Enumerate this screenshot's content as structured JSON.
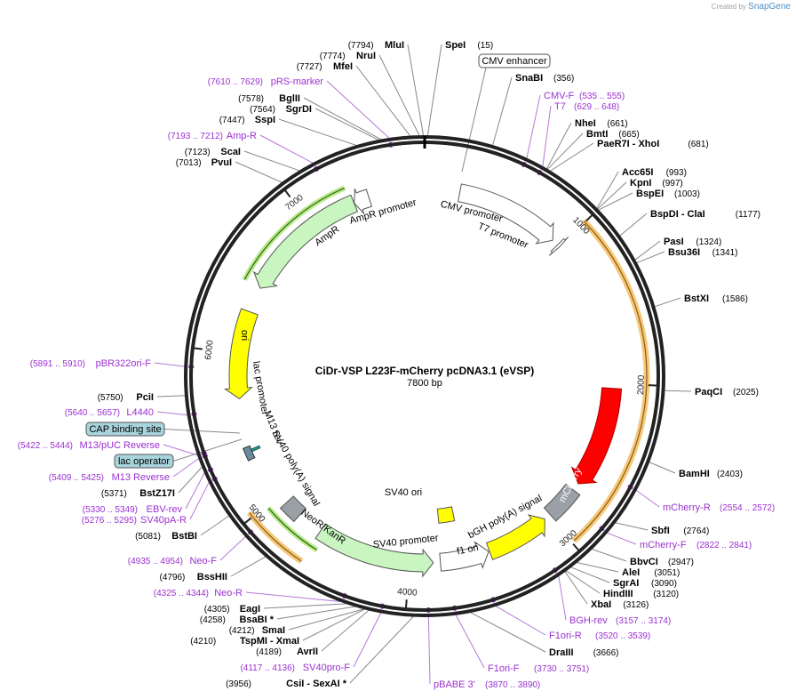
{
  "app": {
    "credit": "Created by",
    "brand": "SnapGene"
  },
  "plasmid": {
    "name": "CiDr-VSP L223F-mCherry pcDNA3.1 (eVSP)",
    "length": "7800 bp"
  },
  "colors": {
    "site": "#000000",
    "primer": "#9b30d0",
    "line": "#888888",
    "feature_lime": "#c8f5c0",
    "feature_yellow": "#ffff00",
    "feature_red": "#ff0000",
    "feature_gray": "#9aa0a6",
    "orange_band": "#f5c87a",
    "tick": "#222222"
  },
  "ruler": [
    {
      "label": "1000",
      "pos": 1000
    },
    {
      "label": "2000",
      "pos": 2000
    },
    {
      "label": "3000",
      "pos": 3000
    },
    {
      "label": "4000",
      "pos": 4000
    },
    {
      "label": "5000",
      "pos": 5000
    },
    {
      "label": "6000",
      "pos": 6000
    },
    {
      "label": "7000",
      "pos": 7000
    }
  ],
  "sites_right": [
    {
      "name": "SpeI",
      "pos": "(15)",
      "bp": 15
    },
    {
      "name": "SnaBI",
      "pos": "(356)",
      "bp": 356
    },
    {
      "name": "NheI",
      "pos": "(661)",
      "bp": 661
    },
    {
      "name": "BmtI",
      "pos": "(665)",
      "bp": 665
    },
    {
      "name": "PaeR7I  - XhoI",
      "pos": "(681)",
      "bp": 681
    },
    {
      "name": "Acc65I",
      "pos": "(993)",
      "bp": 993
    },
    {
      "name": "KpnI",
      "pos": "(997)",
      "bp": 997
    },
    {
      "name": "BspEI",
      "pos": "(1003)",
      "bp": 1003
    },
    {
      "name": "BspDI  - ClaI",
      "pos": "(1177)",
      "bp": 1177
    },
    {
      "name": "PasI",
      "pos": "(1324)",
      "bp": 1324
    },
    {
      "name": "Bsu36I",
      "pos": "(1341)",
      "bp": 1341
    },
    {
      "name": "BstXI",
      "pos": "(1586)",
      "bp": 1586
    },
    {
      "name": "PaqCI",
      "pos": "(2025)",
      "bp": 2025
    },
    {
      "name": "BamHI",
      "pos": "(2403)",
      "bp": 2403
    },
    {
      "name": "SbfI",
      "pos": "(2764)",
      "bp": 2764
    },
    {
      "name": "BbvCI",
      "pos": "(2947)",
      "bp": 2947
    },
    {
      "name": "AleI",
      "pos": "(3051)",
      "bp": 3051
    },
    {
      "name": "SgrAI",
      "pos": "(3090)",
      "bp": 3090
    },
    {
      "name": "HindIII",
      "pos": "(3120)",
      "bp": 3120
    },
    {
      "name": "XbaI",
      "pos": "(3126)",
      "bp": 3126
    },
    {
      "name": "DraIII",
      "pos": "(3666)",
      "bp": 3666
    }
  ],
  "sites_left": [
    {
      "name": "MluI",
      "pos": "(7794)",
      "bp": 7794
    },
    {
      "name": "NruI",
      "pos": "(7774)",
      "bp": 7774
    },
    {
      "name": "MfeI",
      "pos": "(7727)",
      "bp": 7727
    },
    {
      "name": "BglII",
      "pos": "(7578)",
      "bp": 7578
    },
    {
      "name": "SgrDI",
      "pos": "(7564)",
      "bp": 7564
    },
    {
      "name": "SspI",
      "pos": "(7447)",
      "bp": 7447
    },
    {
      "name": "ScaI",
      "pos": "(7123)",
      "bp": 7123
    },
    {
      "name": "PvuI",
      "pos": "(7013)",
      "bp": 7013
    },
    {
      "name": "PciI",
      "pos": "(5750)",
      "bp": 5750
    },
    {
      "name": "BstZ17I",
      "pos": "(5371)",
      "bp": 5371
    },
    {
      "name": "BstBI",
      "pos": "(5081)",
      "bp": 5081
    },
    {
      "name": "BssHII",
      "pos": "(4796)",
      "bp": 4796
    },
    {
      "name": "EagI",
      "pos": "(4305)",
      "bp": 4305
    },
    {
      "name": "BsaBI *",
      "pos": "(4258)",
      "bp": 4258
    },
    {
      "name": "SmaI",
      "pos": "(4212)",
      "bp": 4212
    },
    {
      "name": "TspMI  - XmaI",
      "pos": "(4210)",
      "bp": 4210
    },
    {
      "name": "AvrII",
      "pos": "(4189)",
      "bp": 4189
    },
    {
      "name": "CsiI  - SexAI *",
      "pos": "(3956)",
      "bp": 3956
    }
  ],
  "primers": [
    {
      "name": "CMV-F",
      "pos": "(535 .. 555)",
      "bp": 545
    },
    {
      "name": "T7",
      "pos": "(629 .. 648)",
      "bp": 638
    },
    {
      "name": "mCherry-R",
      "pos": "(2554 .. 2572)",
      "bp": 2563
    },
    {
      "name": "mCherry-F",
      "pos": "(2822 .. 2841)",
      "bp": 2831
    },
    {
      "name": "BGH-rev",
      "pos": "(3157 .. 3174)",
      "bp": 3165
    },
    {
      "name": "F1ori-R",
      "pos": "(3520 .. 3539)",
      "bp": 3530
    },
    {
      "name": "F1ori-F",
      "pos": "(3730 .. 3751)",
      "bp": 3740
    },
    {
      "name": "pBABE 3'",
      "pos": "(3870 .. 3890)",
      "bp": 3880
    },
    {
      "name": "SV40pro-F",
      "pos": "(4117 .. 4136)",
      "bp": 4126
    },
    {
      "name": "Neo-R",
      "pos": "(4325 .. 4344)",
      "bp": 4334
    },
    {
      "name": "Neo-F",
      "pos": "(4935 .. 4954)",
      "bp": 4944
    },
    {
      "name": "SV40pA-R",
      "pos": "(5276 .. 5295)",
      "bp": 5285
    },
    {
      "name": "EBV-rev",
      "pos": "(5330 .. 5349)",
      "bp": 5339
    },
    {
      "name": "M13 Reverse",
      "pos": "(5409 .. 5425)",
      "bp": 5417
    },
    {
      "name": "M13/pUC Reverse",
      "pos": "(5422 .. 5444)",
      "bp": 5433
    },
    {
      "name": "L4440",
      "pos": "(5640 .. 5657)",
      "bp": 5648
    },
    {
      "name": "pBR322ori-F",
      "pos": "(5891 .. 5910)",
      "bp": 5900
    },
    {
      "name": "Amp-R",
      "pos": "(7193 .. 7212)",
      "bp": 7202
    },
    {
      "name": "pRS-marker",
      "pos": "(7610 .. 7629)",
      "bp": 7619
    }
  ],
  "boxed_labels": [
    {
      "text": "CMV enhancer"
    },
    {
      "text": "CAP binding site"
    },
    {
      "text": "lac operator"
    }
  ],
  "features": [
    {
      "label": "CMV promoter",
      "start": 235,
      "end": 939
    },
    {
      "label": "T7 promoter",
      "start": 983,
      "end": 1002
    },
    {
      "label": "mCherry",
      "start": 2030,
      "end": 2708
    },
    {
      "label": "bGH poly(A) signal",
      "start": 2760,
      "end": 2985
    },
    {
      "label": "f1 ori",
      "start": 3031,
      "end": 3459
    },
    {
      "label": "SV40 promoter",
      "start": 3465,
      "end": 3795
    },
    {
      "label": "SV40 ori",
      "start": 3646,
      "end": 3781
    },
    {
      "label": "NeoR/KanR",
      "start": 3842,
      "end": 4636
    },
    {
      "label": "SV40 poly(A) signal",
      "start": 4810,
      "end": 4931
    },
    {
      "label": "M13 rev",
      "start": 5340,
      "end": 5356
    },
    {
      "label": "lac promoter",
      "start": 5295,
      "end": 5380
    },
    {
      "label": "ori",
      "start": 5700,
      "end": 6288
    },
    {
      "label": "AmpR",
      "start": 6459,
      "end": 7319
    },
    {
      "label": "AmpR promoter",
      "start": 7320,
      "end": 7424
    }
  ]
}
